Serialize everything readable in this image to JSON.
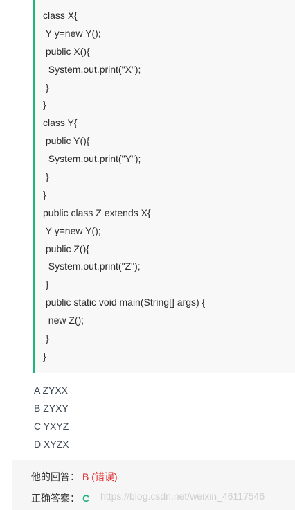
{
  "code": [
    "class X{",
    " Y y=new Y();",
    " public X(){",
    "  System.out.print(\"X\");",
    " }",
    "}",
    "class Y{",
    " public Y(){",
    "  System.out.print(\"Y\");",
    " }",
    "}",
    "public class Z extends X{",
    " Y y=new Y();",
    " public Z(){",
    "  System.out.print(\"Z\");",
    " }",
    " public static void main(String[] args) {",
    "  new Z();",
    " }",
    "}"
  ],
  "options": [
    "A ZYXX",
    "B ZYXY",
    "C YXYZ",
    "D XYZX"
  ],
  "answer": {
    "user_label": "他的回答：",
    "user_value": "B (错误)",
    "correct_label": "正确答案：",
    "correct_value": "C"
  },
  "watermark": "https://blog.csdn.net/weixin_46117546",
  "colors": {
    "accent": "#20b37c",
    "error": "#e02020"
  }
}
